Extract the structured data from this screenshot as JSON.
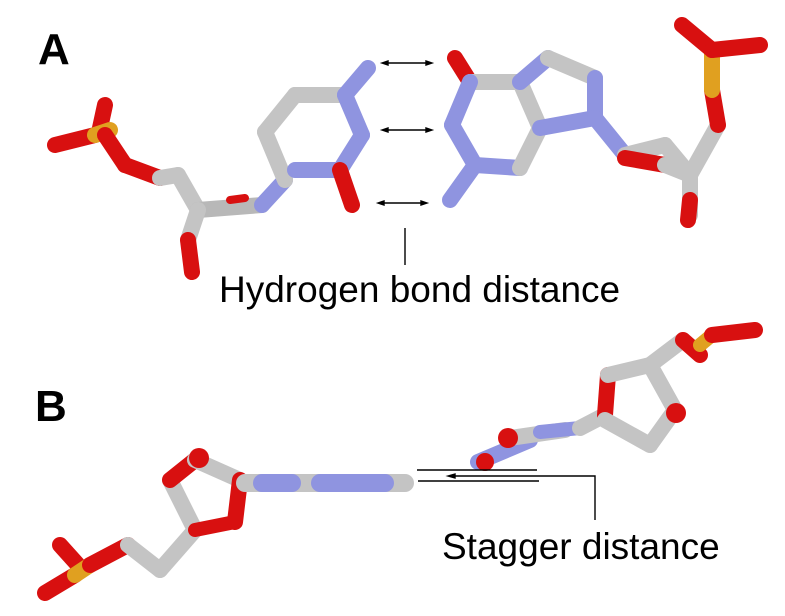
{
  "panels": [
    {
      "label": "A",
      "caption": "Hydrogen bond distance",
      "description": "Cytosine–guanine base pair, top view with hydrogen bonds marked by double-headed arrows"
    },
    {
      "label": "B",
      "caption": "Stagger distance",
      "description": "Side view of the base pair showing stagger offset between bases"
    }
  ],
  "colors": {
    "carbon": "#c8c8c8",
    "carbon_shade": "#9a9a9a",
    "nitrogen": "#8f94e0",
    "oxygen": "#e01010",
    "phosphorus": "#e0a020",
    "annotation": "#000000"
  },
  "annotations": {
    "hbond_arrows": 3,
    "stagger_lines": 3
  }
}
